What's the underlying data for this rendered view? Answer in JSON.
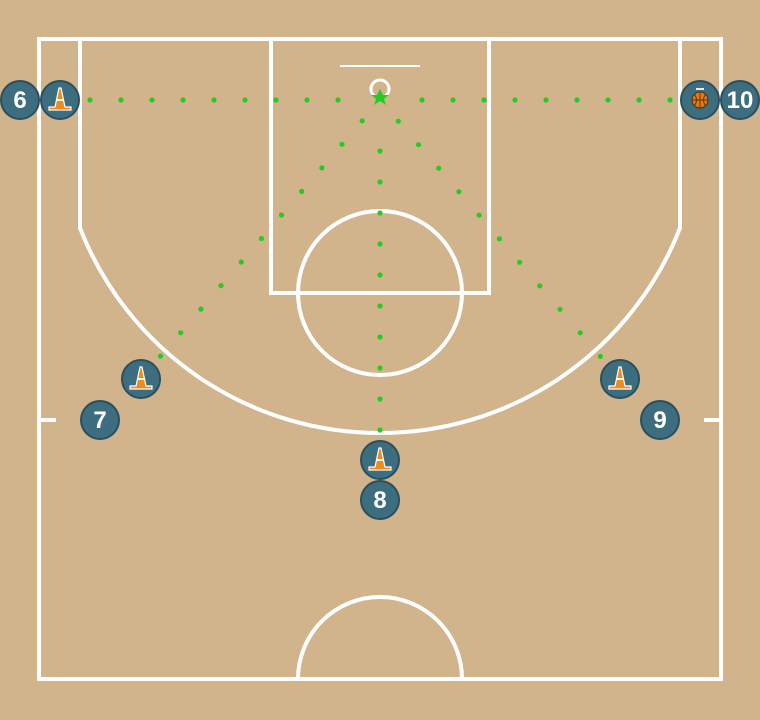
{
  "colors": {
    "court": "#d2b48c",
    "lines": "#ffffff",
    "player_fill": "#3d6e80",
    "player_stroke": "#2b4f5c",
    "path_dots": "#22cc22",
    "cone": "#f08a1c",
    "cone_stripe": "#ffffff",
    "ball": "#e07b1a"
  },
  "players": [
    {
      "label": "6",
      "icon": "cone-icon"
    },
    {
      "label": "7",
      "icon": "cone-icon"
    },
    {
      "label": "8",
      "icon": "cone-icon"
    },
    {
      "label": "9",
      "icon": "cone-icon"
    },
    {
      "label": "10",
      "icon": "basketball-icon"
    }
  ],
  "paths": [
    {
      "from": "6",
      "to": "basket",
      "style": "dotted"
    },
    {
      "from": "7",
      "to": "basket",
      "style": "dotted"
    },
    {
      "from": "8",
      "to": "basket",
      "style": "dotted"
    },
    {
      "from": "9",
      "to": "basket",
      "style": "dotted"
    },
    {
      "from": "10",
      "to": "basket",
      "style": "dotted"
    }
  ]
}
